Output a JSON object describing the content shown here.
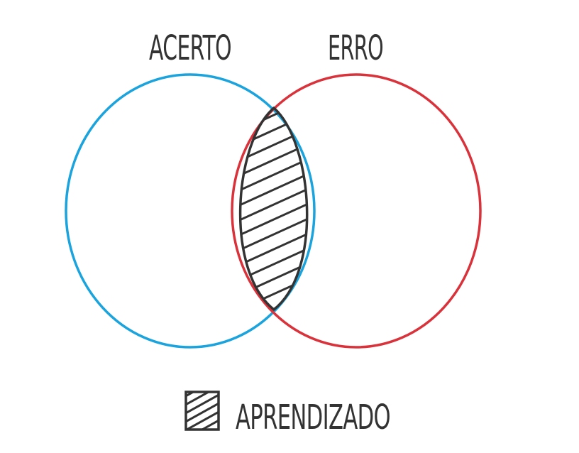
{
  "sets": [
    {
      "label": "ACERTO",
      "color": "#1aa3dc"
    },
    {
      "label": "ERRO",
      "color": "#d9323a"
    }
  ],
  "intersection": {
    "hatch_color": "#333333"
  },
  "legend": {
    "label": "APRENDIZADO"
  }
}
